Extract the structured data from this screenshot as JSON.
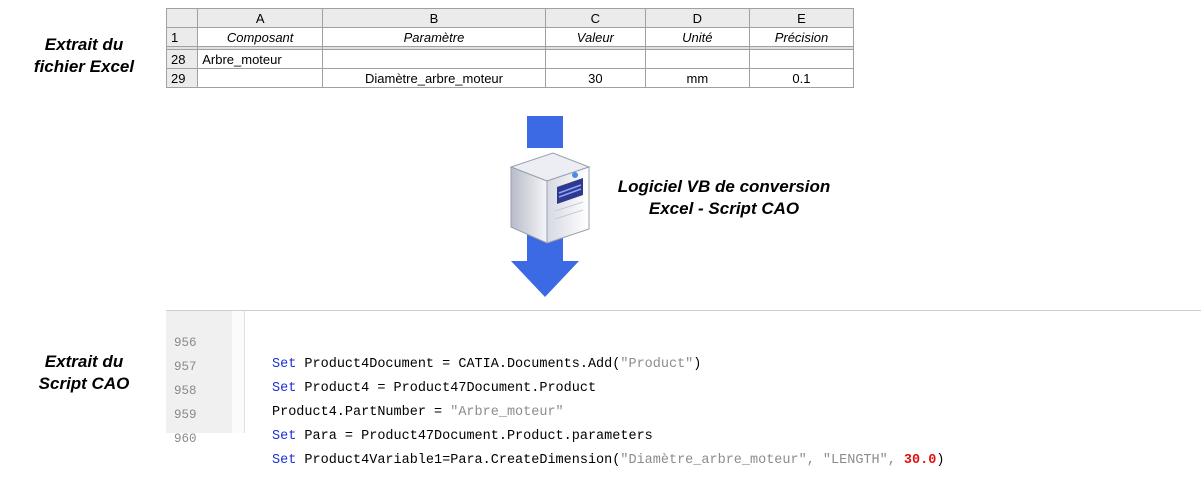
{
  "labels": {
    "excel_label": [
      "Extrait du",
      "fichier Excel"
    ],
    "script_label": [
      "Extrait du",
      "Script CAO"
    ],
    "converter": [
      "Logiciel VB de conversion",
      "Excel -  Script CAO"
    ]
  },
  "excel": {
    "columns": [
      "A",
      "B",
      "C",
      "D",
      "E"
    ],
    "header_row": {
      "num": "1",
      "cells": [
        "Composant",
        "Paramètre",
        "Valeur",
        "Unité",
        "Précision"
      ]
    },
    "rows": [
      {
        "num": "28",
        "cells": [
          "Arbre_moteur",
          "",
          "",
          "",
          ""
        ]
      },
      {
        "num": "29",
        "cells": [
          "",
          "Diamètre_arbre_moteur",
          "30",
          "mm",
          "0.1"
        ]
      }
    ]
  },
  "code": {
    "lines": [
      {
        "num": "956",
        "kw": "Set",
        "rest": " Product4Document = CATIA.Documents.Add(",
        "str": "\"Product\"",
        "num_lit": "",
        "end": ")"
      },
      {
        "num": "957",
        "kw": "Set",
        "rest": " Product4 = Product47Document.Product",
        "str": "",
        "num_lit": "",
        "end": ""
      },
      {
        "num": "958",
        "kw": "",
        "rest": "Product4.PartNumber = ",
        "str": "\"Arbre_moteur\"",
        "num_lit": "",
        "end": ""
      },
      {
        "num": "959",
        "kw": "Set",
        "rest": " Para = Product47Document.Product.parameters",
        "str": "",
        "num_lit": "",
        "end": ""
      },
      {
        "num": "960",
        "kw": "Set",
        "rest": " Product4Variable1=Para.CreateDimension(",
        "str": "\"Diamètre_arbre_moteur\", \"LENGTH\", ",
        "num_lit": "30.0",
        "end": ")"
      }
    ]
  },
  "colors": {
    "arrow": "#3c69e4",
    "keyword": "#1a2fd6",
    "string": "#8c8c8c",
    "number": "#e01010"
  },
  "icons": {
    "server": "server-computer-icon"
  }
}
